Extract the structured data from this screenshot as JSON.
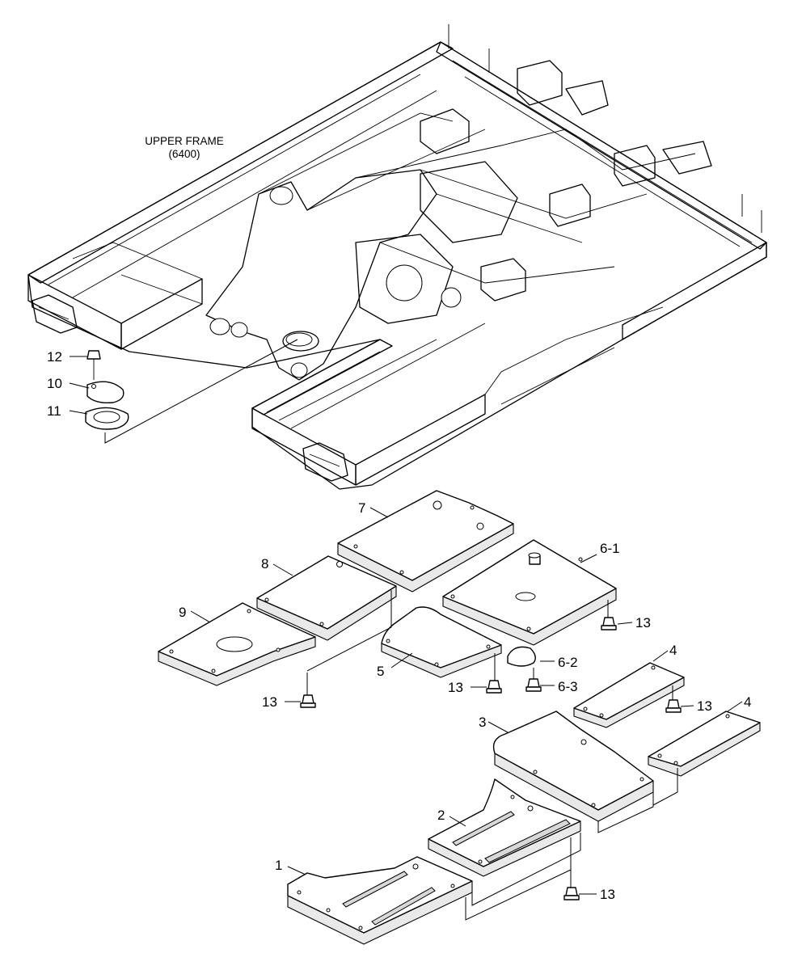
{
  "title": {
    "line1": "UPPER FRAME",
    "line2": "(6400)"
  },
  "labels": {
    "p1": "1",
    "p2": "2",
    "p3": "3",
    "p4a": "4",
    "p4b": "4",
    "p5": "5",
    "p6_1": "6-1",
    "p6_2": "6-2",
    "p6_3": "6-3",
    "p7": "7",
    "p8": "8",
    "p9": "9",
    "p10": "10",
    "p11": "11",
    "p12": "12",
    "b13_a": "13",
    "b13_b": "13",
    "b13_c": "13",
    "b13_d": "13",
    "b13_e": "13"
  }
}
